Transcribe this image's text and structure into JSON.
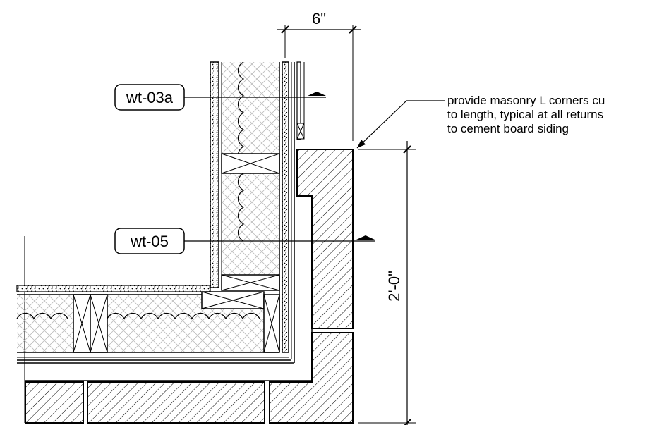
{
  "tags": {
    "upper": "wt-03a",
    "lower": "wt-05"
  },
  "dimensions": {
    "top_width": "6\"",
    "right_height": "2'-0\""
  },
  "note": {
    "line1": "provide  masonry L corners cu",
    "line2": "to length, typical at all returns",
    "line3": "to cement board siding"
  },
  "colors": {
    "line": "#000000",
    "background": "#ffffff"
  }
}
